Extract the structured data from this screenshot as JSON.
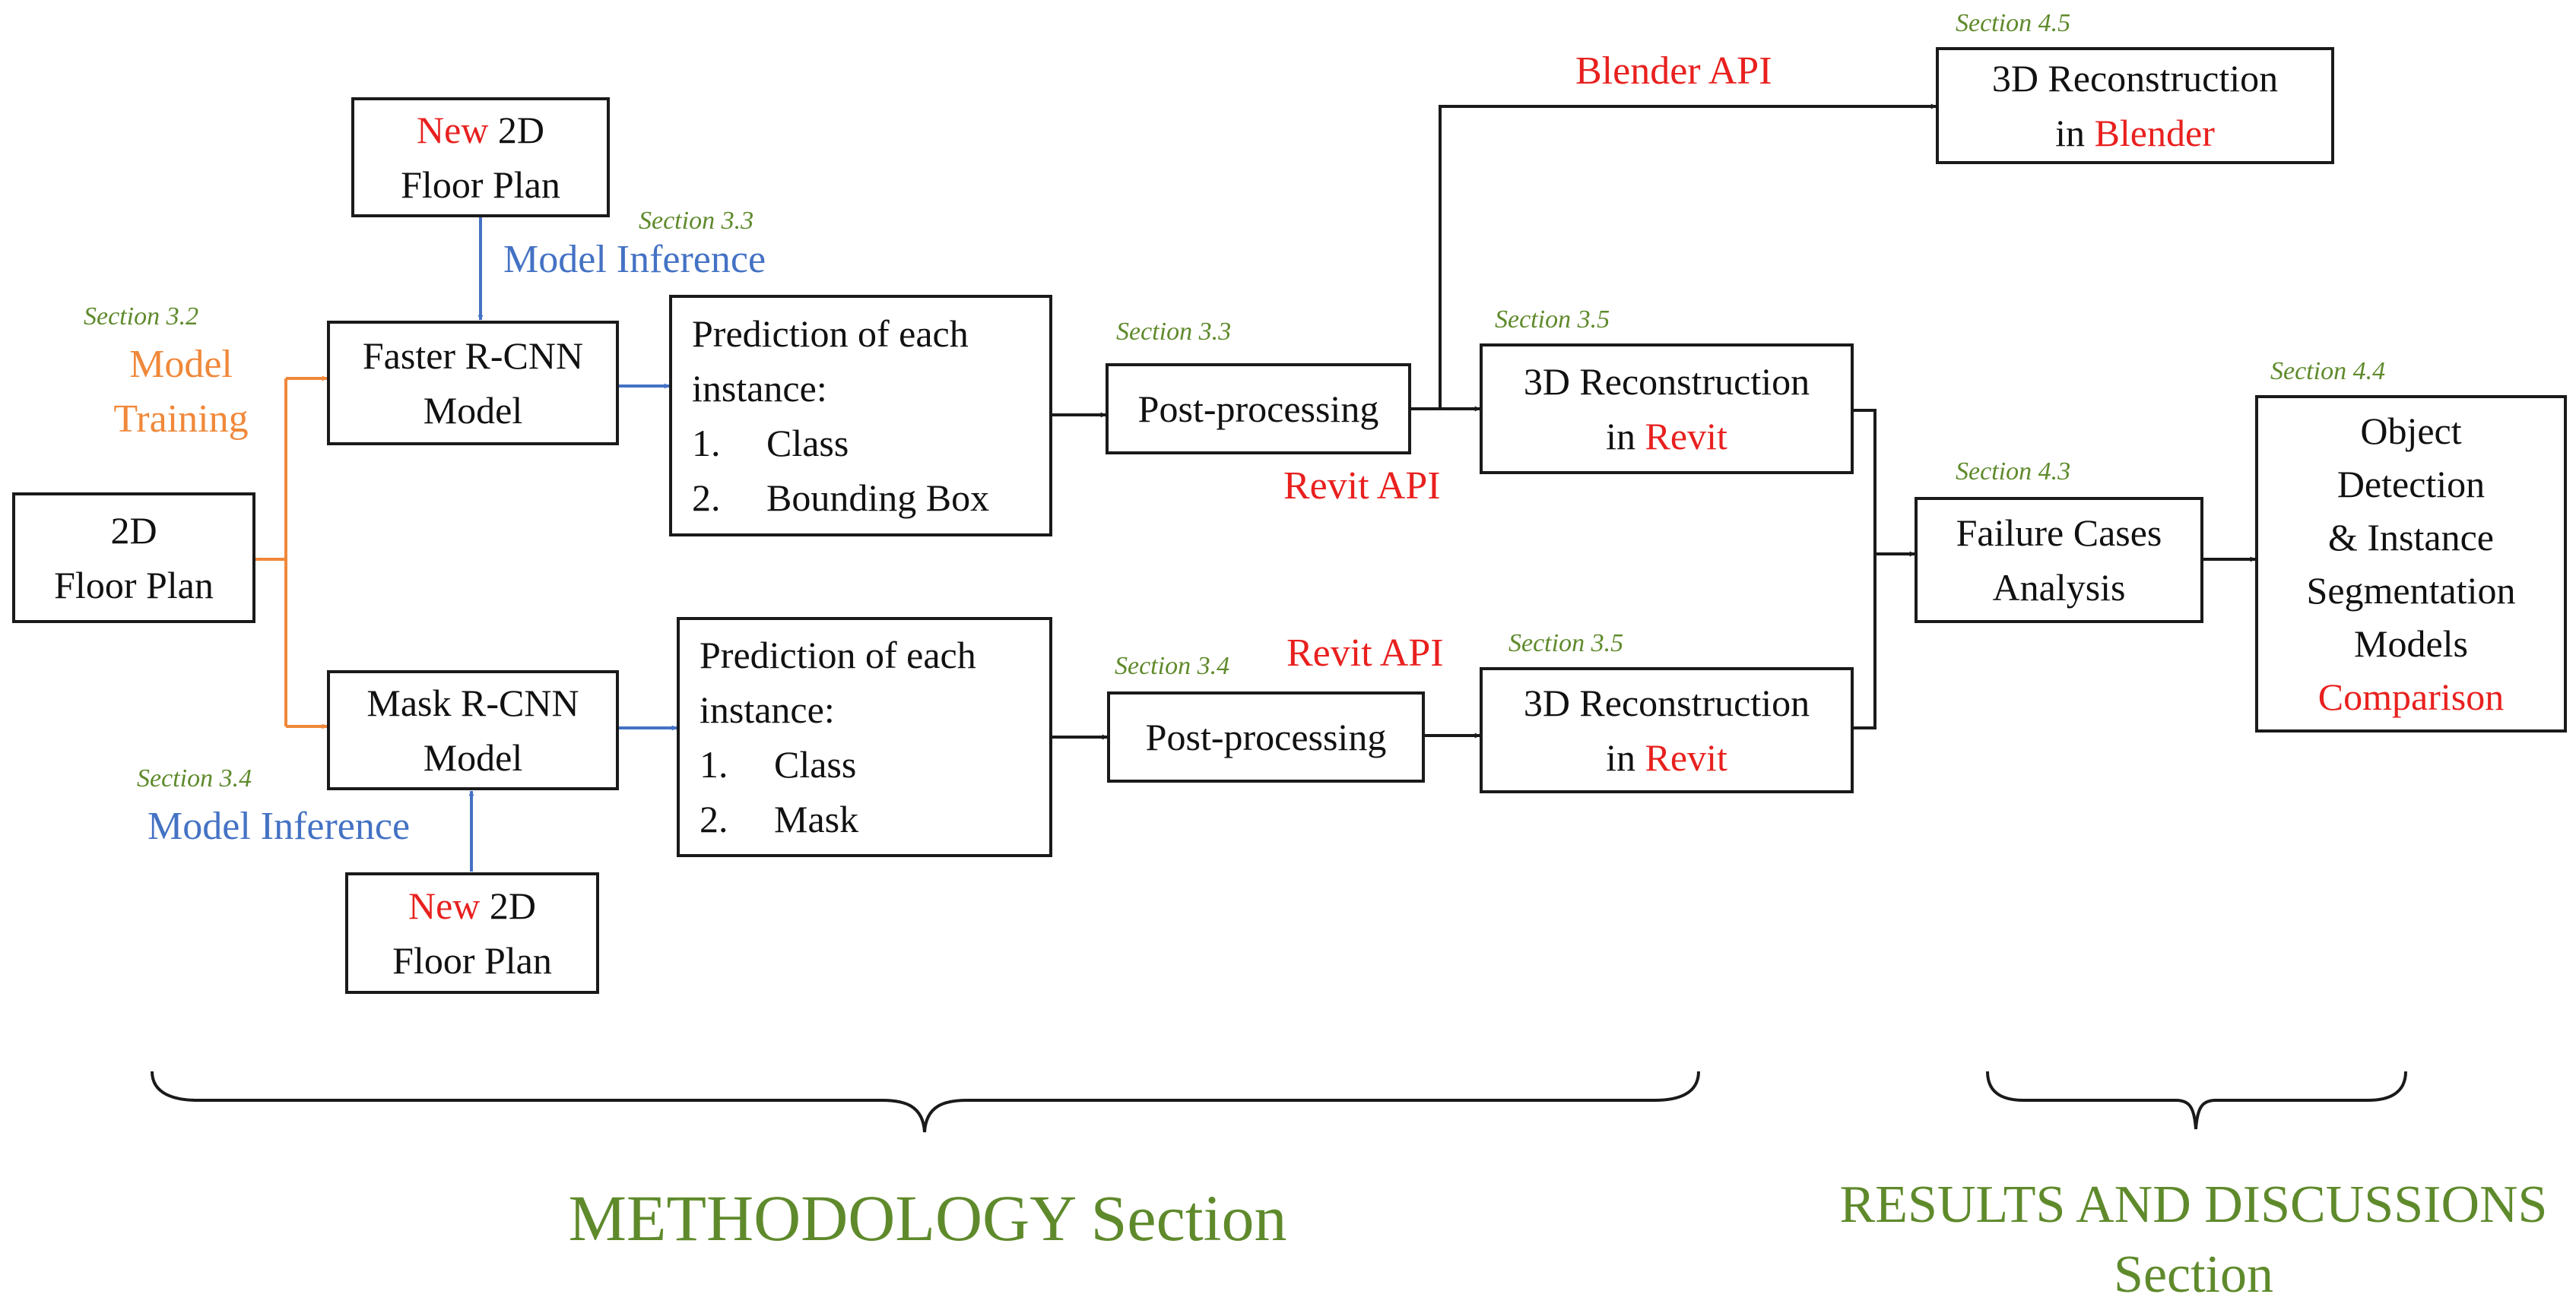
{
  "boxes": {
    "floor_plan": [
      "2D",
      "Floor Plan"
    ],
    "new_plan_top": {
      "prefix": "New",
      "rest": " 2D",
      "line2": "Floor Plan"
    },
    "new_plan_bottom": {
      "prefix": "New",
      "rest": " 2D",
      "line2": "Floor Plan"
    },
    "faster_rcnn": [
      "Faster R-CNN",
      "Model"
    ],
    "mask_rcnn": [
      "Mask R-CNN",
      "Model"
    ],
    "prediction_top": {
      "line1": "Prediction of each",
      "line2": "instance:",
      "items": [
        {
          "num": "1.",
          "text": "Class"
        },
        {
          "num": "2.",
          "text": "Bounding Box"
        }
      ]
    },
    "prediction_bottom": {
      "line1": "Prediction of each",
      "line2": "instance:",
      "items": [
        {
          "num": "1.",
          "text": "Class"
        },
        {
          "num": "2.",
          "text": "Mask"
        }
      ]
    },
    "post_top": "Post-processing",
    "post_bottom": "Post-processing",
    "recon_blender": {
      "line1": "3D Reconstruction",
      "prefix": "in ",
      "hl": "Blender"
    },
    "recon_revit_top": {
      "line1": "3D Reconstruction",
      "prefix": "in ",
      "hl": "Revit"
    },
    "recon_revit_bottom": {
      "line1": "3D Reconstruction",
      "prefix": "in ",
      "hl": "Revit"
    },
    "failure": [
      "Failure Cases",
      "Analysis"
    ],
    "comparison": {
      "lines": [
        "Object",
        "Detection",
        "& Instance",
        "Segmentation",
        "Models"
      ],
      "hl": "Comparison"
    }
  },
  "section_tags": {
    "s32": "Section 3.2",
    "s33_inference": "Section 3.3",
    "s33_post": "Section 3.3",
    "s34_inference": "Section 3.4",
    "s34_post": "Section 3.4",
    "s35_top": "Section 3.5",
    "s35_bottom": "Section 3.5",
    "s43": "Section 4.3",
    "s44": "Section 4.4",
    "s45": "Section 4.5"
  },
  "labels": {
    "model_training": [
      "Model",
      "Training"
    ],
    "inference_top": "Model Inference",
    "inference_bottom": "Model Inference",
    "blender_api": "Blender API",
    "revit_api_top": "Revit API",
    "revit_api_bottom": "Revit API"
  },
  "sections": {
    "methodology": "METHODOLOGY Section",
    "results": [
      "RESULTS AND DISCUSSIONS",
      "Section"
    ]
  },
  "colors": {
    "orange": "#f0883a",
    "blue": "#4472c4",
    "red": "#e8201e",
    "green": "#5f8a2c",
    "line": "#1a1a1a"
  }
}
